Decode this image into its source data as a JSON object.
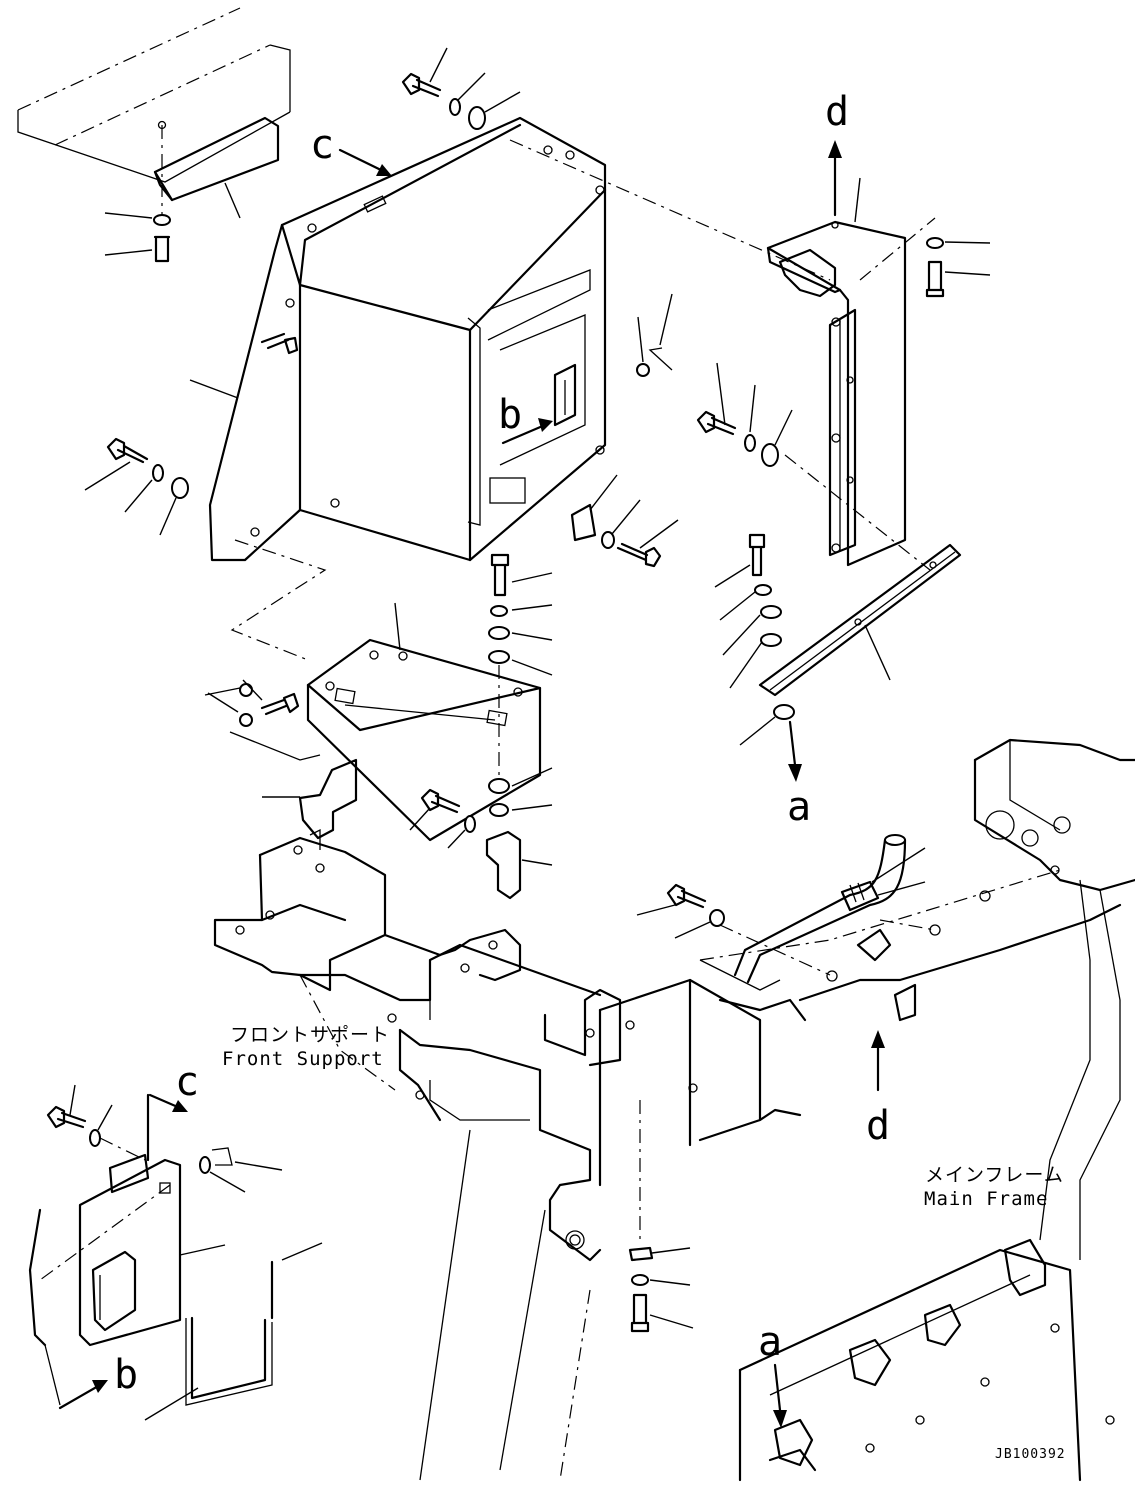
{
  "diagram": {
    "letter_labels": {
      "a_top": "a",
      "a_bottom": "a",
      "b_mid": "b",
      "b_bottom": "b",
      "c_top": "c",
      "c_bottom": "c",
      "d_top": "d",
      "d_bottom": "d"
    },
    "front_support": {
      "ja": "フロントサポート",
      "en": "Front Support"
    },
    "main_frame": {
      "ja": "メインフレーム",
      "en": "Main Frame"
    },
    "drawing_code": "JB100392"
  }
}
